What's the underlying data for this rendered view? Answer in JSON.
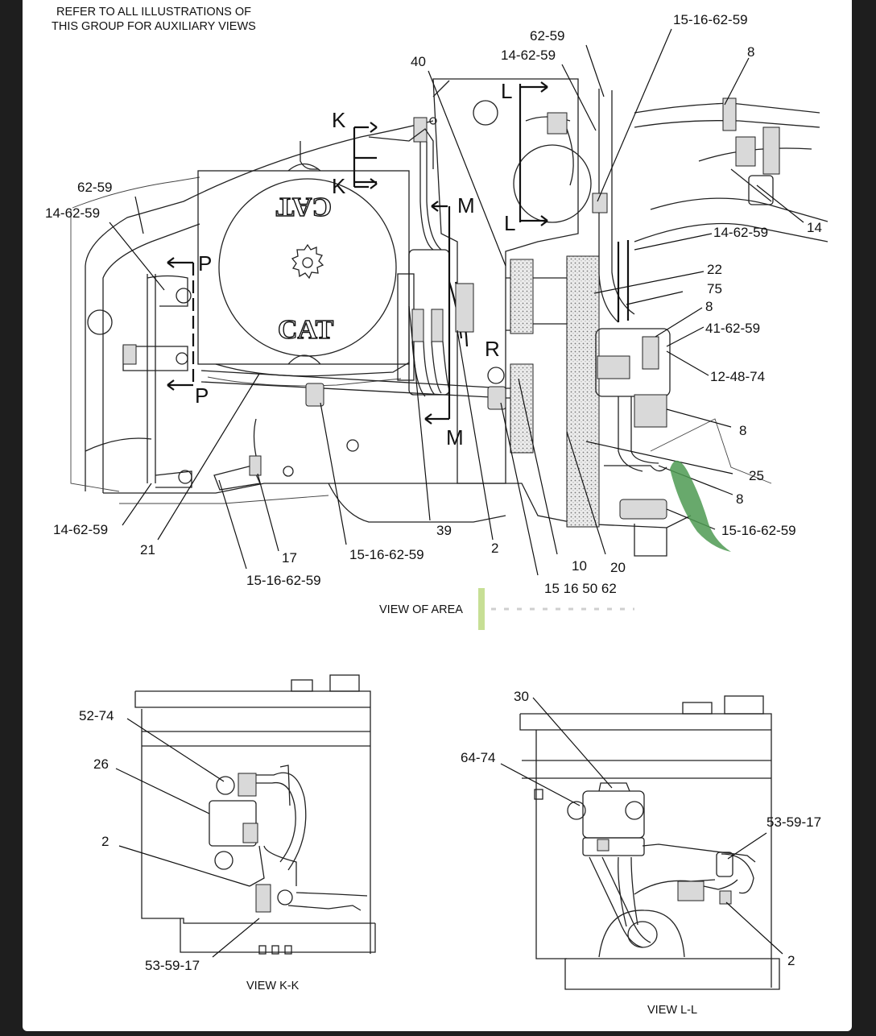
{
  "note": {
    "line1": "REFER TO ALL ILLUSTRATIONS OF",
    "line2": "THIS GROUP FOR AUXILIARY VIEWS"
  },
  "section_markers": {
    "K_top": "K",
    "K_bottom": "K",
    "L_top": "L",
    "L_bottom": "L",
    "M_top": "M",
    "M_bottom": "M",
    "P_top": "P",
    "P_bottom": "P",
    "R": "R"
  },
  "main_callouts": {
    "c_15_16_62_59_top": "15-16-62-59",
    "c_62_59_top": "62-59",
    "c_14_62_59_top": "14-62-59",
    "c_40": "40",
    "c_8_top": "8",
    "c_62_59_left": "62-59",
    "c_14_62_59_left": "14-62-59",
    "c_14": "14",
    "c_14_62_59_right": "14-62-59",
    "c_22": "22",
    "c_75": "75",
    "c_8_mid": "8",
    "c_41_62_59": "41-62-59",
    "c_12_48_74": "12-48-74",
    "c_8_right": "8",
    "c_25": "25",
    "c_8_low": "8",
    "c_15_16_62_59_right": "15-16-62-59",
    "c_14_62_59_bottom": "14-62-59",
    "c_21": "21",
    "c_17": "17",
    "c_15_16_62_59_mid": "15-16-62-59",
    "c_39": "39",
    "c_2": "2",
    "c_10": "10",
    "c_20": "20",
    "c_15_16_62_59_bottom": "15-16-62-59",
    "c_15_16_50_62": "15 16 50 62"
  },
  "main_caption": "VIEW OF AREA",
  "logos": {
    "upper": "CAT",
    "lower": "CAT"
  },
  "view_kk": {
    "caption": "VIEW K-K",
    "c_52_74": "52-74",
    "c_26": "26",
    "c_2": "2",
    "c_53_59_17": "53-59-17"
  },
  "view_ll": {
    "caption": "VIEW L-L",
    "c_30": "30",
    "c_64_74": "64-74",
    "c_53_59_17": "53-59-17",
    "c_2": "2"
  }
}
